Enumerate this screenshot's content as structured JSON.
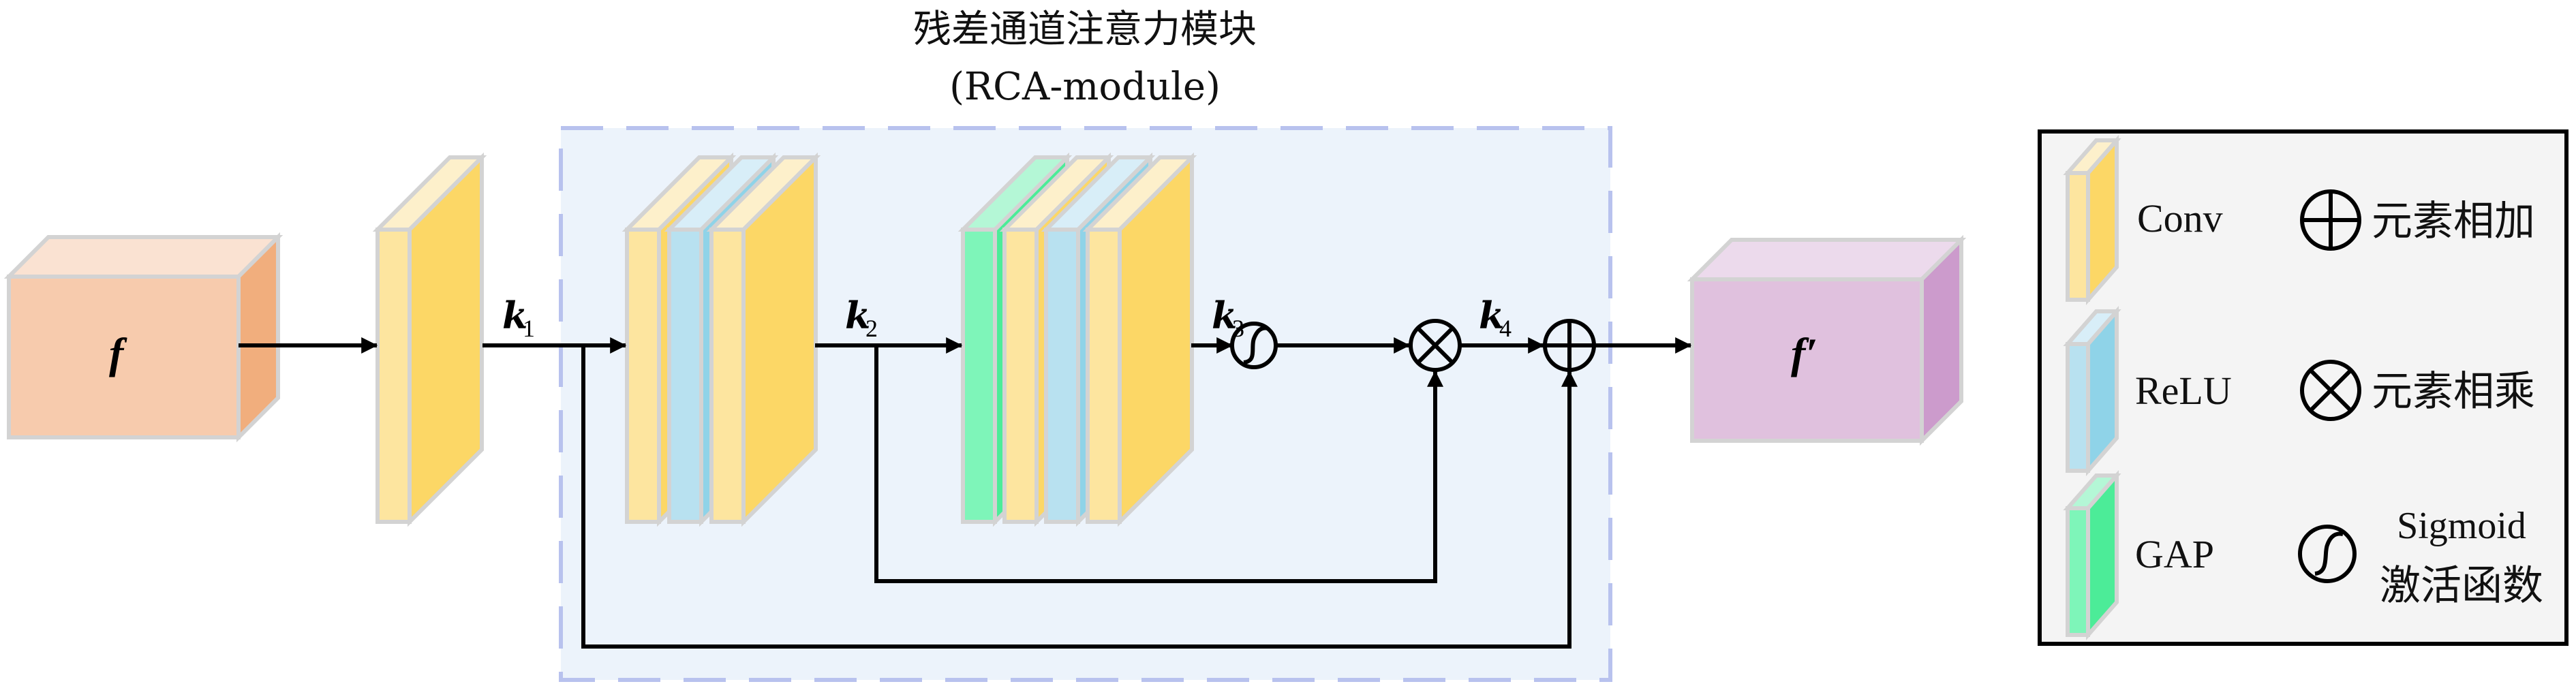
{
  "module": {
    "title_cn": "残差通道注意力模块",
    "title_en": "(RCA-module)",
    "background_color": "#ecf3fb",
    "dash_color": "#b8c2ee"
  },
  "input_feature": {
    "label": "f",
    "colors": {
      "front": "#f7cbad",
      "top": "#fae2d2",
      "side": "#f1ae7d"
    }
  },
  "output_feature": {
    "label": "f′",
    "colors": {
      "front": "#e0c1de",
      "top": "#ecdaec",
      "side": "#cc9bcc"
    }
  },
  "layer_colors": {
    "conv": {
      "front": "#fde59f",
      "top": "#fdf0cb",
      "side": "#fcd766"
    },
    "relu": {
      "front": "#b8e1f0",
      "top": "#d8eef8",
      "side": "#8fd3e8"
    },
    "gap": {
      "front": "#7ef5b9",
      "top": "#b4f7d6",
      "side": "#4cec98"
    }
  },
  "pipeline": {
    "first_conv": [
      "conv"
    ],
    "block_a": [
      "conv",
      "relu",
      "conv"
    ],
    "block_b": [
      "gap",
      "conv",
      "relu",
      "conv"
    ]
  },
  "signals": [
    {
      "name": "k",
      "sub": "1"
    },
    {
      "name": "k",
      "sub": "2"
    },
    {
      "name": "k",
      "sub": "3"
    },
    {
      "name": "k",
      "sub": "4"
    }
  ],
  "operators": [
    "sigmoid",
    "multiply",
    "add"
  ],
  "legend": {
    "items": [
      {
        "icon": "conv",
        "label": "Conv"
      },
      {
        "icon": "relu",
        "label": "ReLU"
      },
      {
        "icon": "gap",
        "label": "GAP"
      }
    ],
    "ops": [
      {
        "icon": "add-circle",
        "label": "元素相加"
      },
      {
        "icon": "multiply-circle",
        "label": "元素相乘"
      },
      {
        "icon": "sigmoid-circle",
        "label_line1": "Sigmoid",
        "label_line2": "激活函数"
      }
    ],
    "background": "#f4f4f4"
  }
}
